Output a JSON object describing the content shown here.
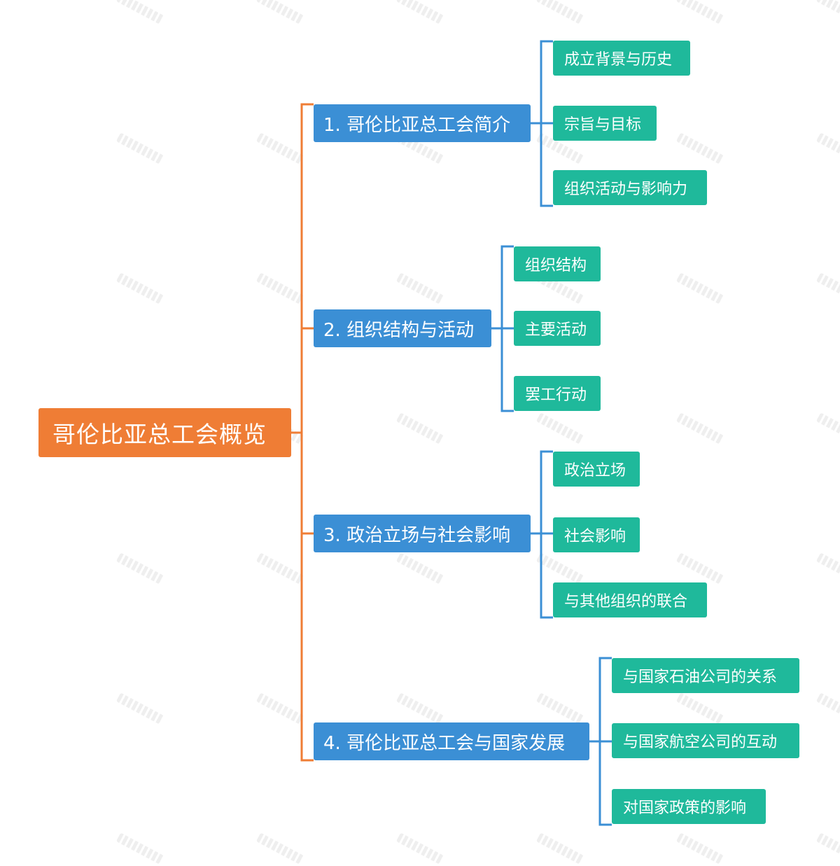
{
  "root": {
    "label": "哥伦比亚总工会概览",
    "color": "#ef7d35"
  },
  "branch_color": "#3b8fd5",
  "leaf_color": "#1fb99b",
  "branches": [
    {
      "label": "1. 哥伦比亚总工会简介",
      "children": [
        "成立背景与历史",
        "宗旨与目标",
        "组织活动与影响力"
      ]
    },
    {
      "label": "2. 组织结构与活动",
      "children": [
        "组织结构",
        "主要活动",
        "罢工行动"
      ]
    },
    {
      "label": "3. 政治立场与社会影响",
      "children": [
        "政治立场",
        "社会影响",
        "与其他组织的联合"
      ]
    },
    {
      "label": "4. 哥伦比亚总工会与国家发展",
      "children": [
        "与国家石油公司的关系",
        "与国家航空公司的互动",
        "对国家政策的影响"
      ]
    }
  ]
}
